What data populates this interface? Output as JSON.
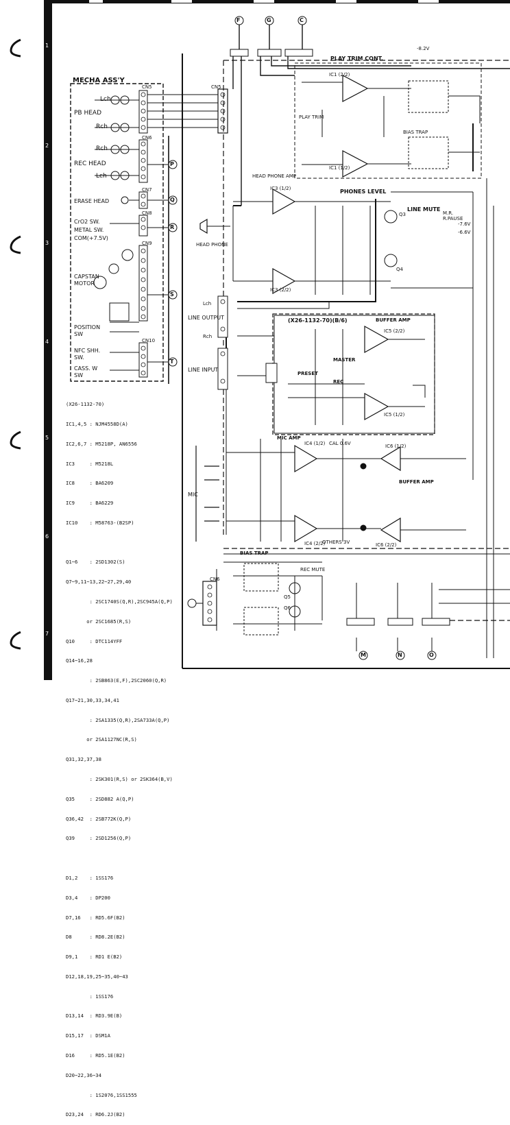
{
  "mecha_title": "MECHA ASS'Y",
  "mecha_labels": {
    "lch_top": "Lch",
    "pb_head": "PB HEAD",
    "rch_top": "Rch",
    "rch_rec": "Rch",
    "rec_head": "REC HEAD",
    "lch_rec": "Lch",
    "erase_head": "ERASE HEAD",
    "crO2_sw": "CrO2 SW.",
    "metal_sw": "METAL SW.",
    "com": "COM(+7.5V)",
    "capstan": "CAPSTAN",
    "motor": "MOTOR",
    "position_sw": "POSITION",
    "sw": "SW",
    "nfc": "NFC SHH.",
    "sw2": "SW.",
    "cass": "CASS. W",
    "sw3": "SW"
  },
  "connectors": [
    "CN5",
    "CN5",
    "CN6",
    "CN7",
    "CN8",
    "CN9",
    "CN10",
    "CN6"
  ],
  "blocks": {
    "play_trim": "PLAY TRIM CONT.",
    "ic1_top": "IC1 (2/2)",
    "ic1_bot": "IC1 (1/2)",
    "play_trim_box": "PLAY TRIM",
    "bias_trap": "BIAS TRAP",
    "head_phone_amp": "HEAD PHONE AMP",
    "phones_level": "PHONES LEVEL",
    "line_mute": "LINE MUTE",
    "m_r": "M.R.",
    "r_pause": "R.PAUSE",
    "head_phone": "HEAD PHONE",
    "ic3_top": "IC3 (1/2)",
    "ic3_bot": "IC3 (2/2)",
    "line_output": "LINE OUTPUT",
    "line_input": "LINE INPUT",
    "x26_box": "(X26-1132-70)(B/6)",
    "buffer_amp": "BUFFER AMP",
    "ic5_top": "IC5 (2/2)",
    "ic5_bot": "IC5 (1/2)",
    "preset": "PRESET",
    "master": "MASTER",
    "rec": "REC",
    "mic_amp": "MIC AMP",
    "ic4_top": "IC4 (1/2)",
    "ic4_bot": "IC4 (2/2)",
    "ic6_top": "IC6 (1/2)",
    "ic6_bot": "IC6 (2/2)",
    "cal": "CAL 0.6V",
    "others": "OTHERS 3V",
    "buffer_amp2": "BUFFER AMP",
    "mic": "MIC",
    "bias_trap2": "BIAS TRAP",
    "rec_mute": "REC MUTE",
    "q5": "Q5",
    "q6": "Q6",
    "q3": "Q3",
    "q4": "Q4",
    "lch": "Lch",
    "rch": "Rch",
    "voltage_1": "-8.2V",
    "voltage_2": "-7.6V",
    "voltage_3": "-6.6V"
  },
  "parts_list": [
    "(X26-1132-70)",
    "IC1,4,5 : NJM4558D(A)",
    "IC2,6,7 : M5218P, AN6556",
    "IC3     : M5218L",
    "IC8     : BA6209",
    "IC9     : BA6229",
    "IC10    : M58763-(B2SP)",
    "",
    "Q1~6    : 2SD1302(S)",
    "Q7~9,11~13,22~27,29,40",
    "        : 2SC1740S(Q,R),2SC945A(Q,P)",
    "       or 2SC1685(R,S)",
    "Q10     : DTC114YFF",
    "Q14~16,28",
    "        : 2SB863(E,F),2SC2060(Q,R)",
    "Q17~21,30,33,34,41",
    "        : 2SA1335(Q,R),2SA733A(Q,P)",
    "       or 2SA1127NC(R,S)",
    "Q31,32,37,38",
    "        : 2SK301(R,S) or 2SK364(B,V)",
    "Q35     : 2SD882 A(Q,P)",
    "Q36,42  : 2SB772K(Q,P)",
    "Q39     : 2SD1256(Q,P)",
    "",
    "D1,2    : 1SS176",
    "D3,4    : DP200",
    "D7,16   : RD5.6F(B2)",
    "D8      : RD8.2E(B2)",
    "D9,1    : RD1 E(B2)",
    "D12,18,19,25~35,40~43",
    "        : 1SS176",
    "D13,14  : RD3.9E(B)",
    "D15,17  : DSM1A",
    "D16     : RD5.1E(B2)",
    "D20~22,36~34",
    "        : 1S2076,1SS1555",
    "D23,24  : RD6.2J(B2)"
  ],
  "side_numbers": [
    "1",
    "2",
    "3",
    "4",
    "5",
    "6",
    "7"
  ],
  "top_pins": [
    "F",
    "G",
    "C"
  ],
  "bottom_pins": [
    "M",
    "N",
    "O"
  ],
  "side_pins": [
    "P",
    "Q",
    "R",
    "S",
    "T"
  ]
}
